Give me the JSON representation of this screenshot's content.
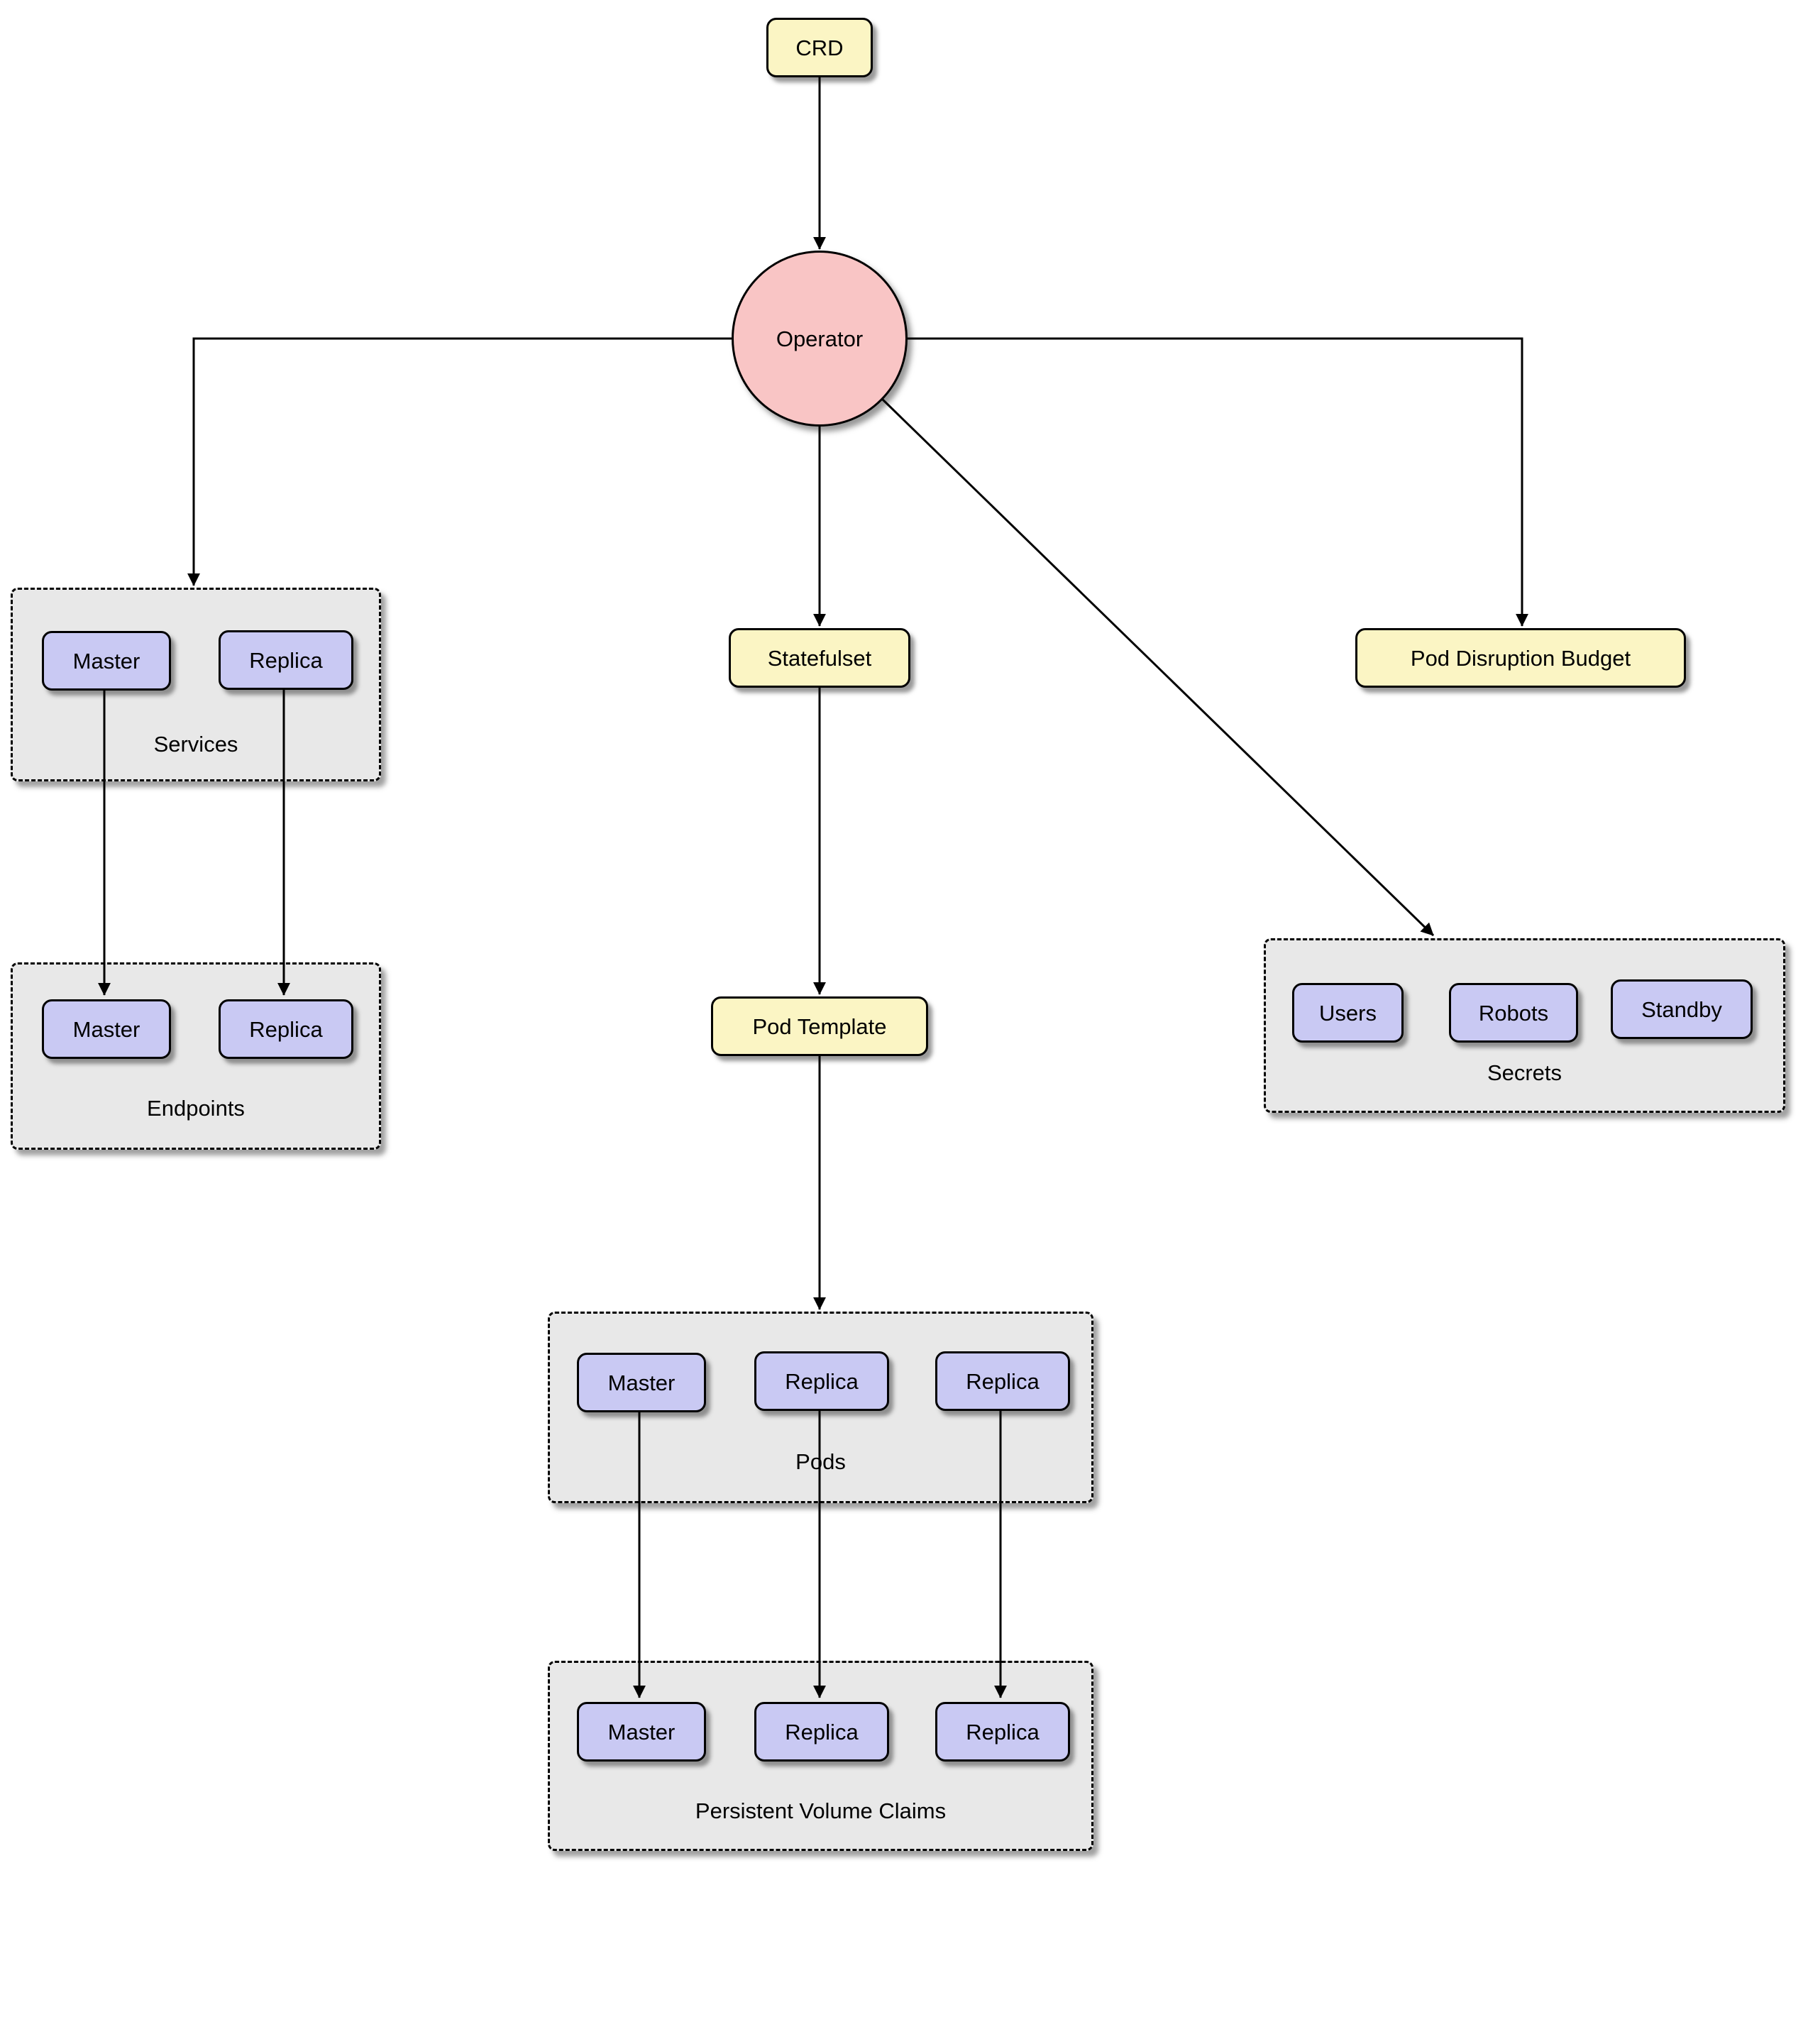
{
  "diagram": {
    "nodes": {
      "crd": "CRD",
      "operator": "Operator",
      "statefulset": "Statefulset",
      "pod_template": "Pod Template",
      "pod_disruption_budget": "Pod Disruption Budget"
    },
    "groups": {
      "services": {
        "label": "Services",
        "items": [
          "Master",
          "Replica"
        ]
      },
      "endpoints": {
        "label": "Endpoints",
        "items": [
          "Master",
          "Replica"
        ]
      },
      "secrets": {
        "label": "Secrets",
        "items": [
          "Users",
          "Robots",
          "Standby"
        ]
      },
      "pods": {
        "label": "Pods",
        "items": [
          "Master",
          "Replica",
          "Replica"
        ]
      },
      "persistent_volume_claims": {
        "label": "Persistent Volume Claims",
        "items": [
          "Master",
          "Replica",
          "Replica"
        ]
      }
    },
    "edges": [
      {
        "from": "CRD",
        "to": "Operator"
      },
      {
        "from": "Operator",
        "to": "Services"
      },
      {
        "from": "Operator",
        "to": "Statefulset"
      },
      {
        "from": "Operator",
        "to": "Pod Disruption Budget"
      },
      {
        "from": "Operator",
        "to": "Secrets"
      },
      {
        "from": "Services.Master",
        "to": "Endpoints.Master"
      },
      {
        "from": "Services.Replica",
        "to": "Endpoints.Replica"
      },
      {
        "from": "Statefulset",
        "to": "Pod Template"
      },
      {
        "from": "Pod Template",
        "to": "Pods"
      },
      {
        "from": "Pods.Master",
        "to": "Persistent Volume Claims.Master"
      },
      {
        "from": "Pods.Replica",
        "to": "Persistent Volume Claims.Replica"
      },
      {
        "from": "Pods.Replica2",
        "to": "Persistent Volume Claims.Replica2"
      }
    ],
    "colors": {
      "yellow_node_fill": "#FBF5C4",
      "purple_node_fill": "#C9C9F3",
      "operator_fill": "#F9C5C5",
      "group_fill": "#E8E8E8",
      "border": "#000000",
      "background": "#FFFFFF"
    }
  }
}
